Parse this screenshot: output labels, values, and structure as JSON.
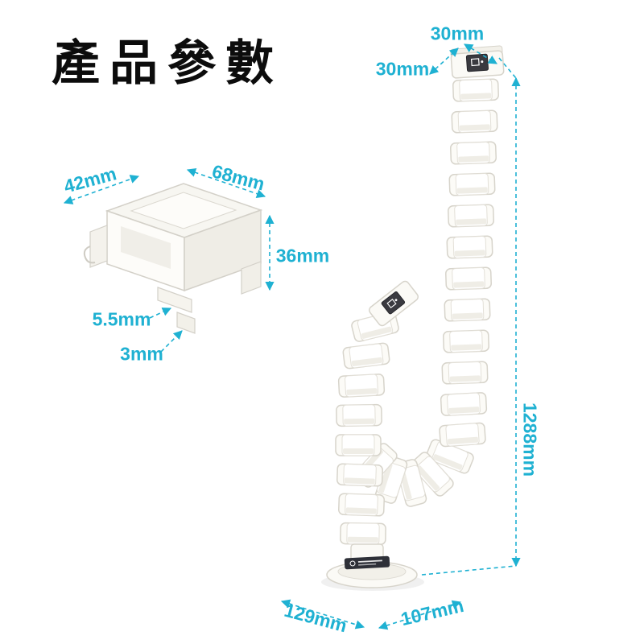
{
  "title": "產品參數",
  "accent_color": "#1FB1D2",
  "dims": {
    "bracket_top": "30mm",
    "bracket_side": "30mm",
    "link_width": "42mm",
    "link_length": "68mm",
    "link_height": "36mm",
    "flange_thickness": "5.5mm",
    "tab_thickness": "3mm",
    "total_length": "1288mm",
    "base_length": "129mm",
    "base_width": "107mm"
  }
}
